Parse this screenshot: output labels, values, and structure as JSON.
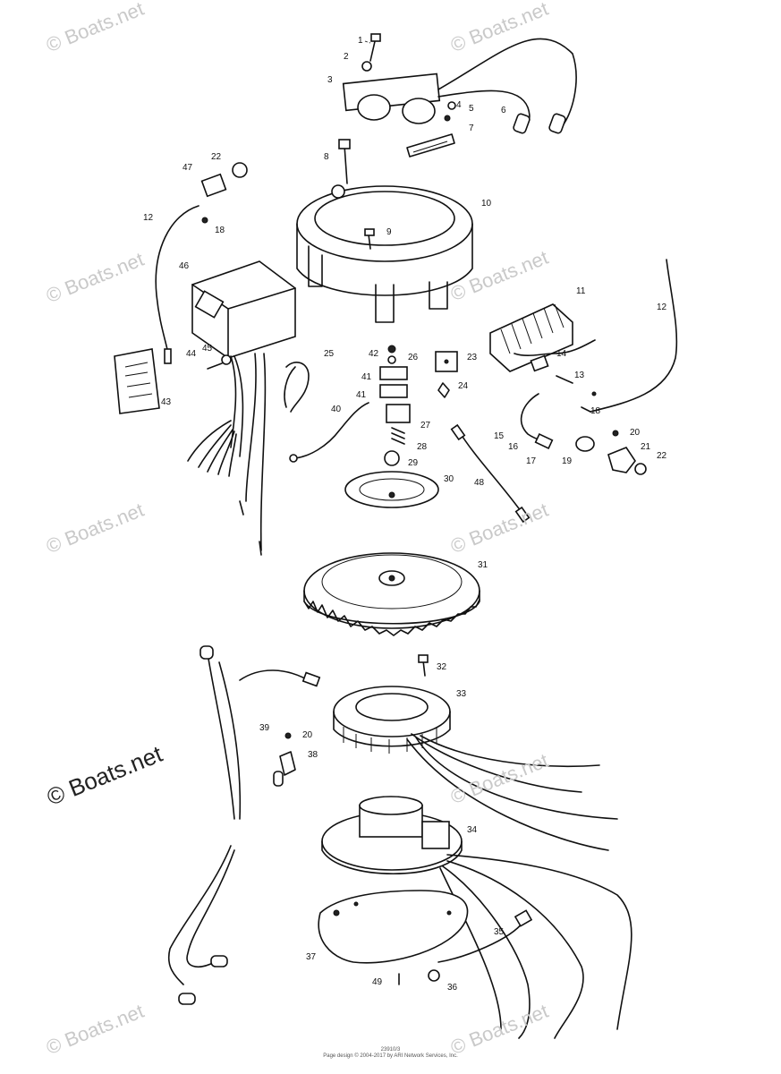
{
  "watermarks": {
    "text": "© Boats.net",
    "strong_text": "© Boats.net"
  },
  "footer": {
    "code": "23910/3",
    "copyright": "Page design © 2004-2017 by ARI Network Services, Inc."
  },
  "part_labels": [
    "1",
    "2",
    "3",
    "4",
    "5",
    "6",
    "7",
    "8",
    "9",
    "10",
    "11",
    "12",
    "13",
    "14",
    "15",
    "16",
    "17",
    "18",
    "19",
    "20",
    "21",
    "22",
    "23",
    "24",
    "25",
    "26",
    "27",
    "28",
    "29",
    "30",
    "31",
    "32",
    "33",
    "34",
    "35",
    "36",
    "37",
    "38",
    "39",
    "40",
    "41",
    "42",
    "43",
    "44",
    "45",
    "46",
    "47",
    "48",
    "49"
  ],
  "colors": {
    "ink": "#111111",
    "watermark": "#c9c9c9",
    "background": "#ffffff"
  }
}
